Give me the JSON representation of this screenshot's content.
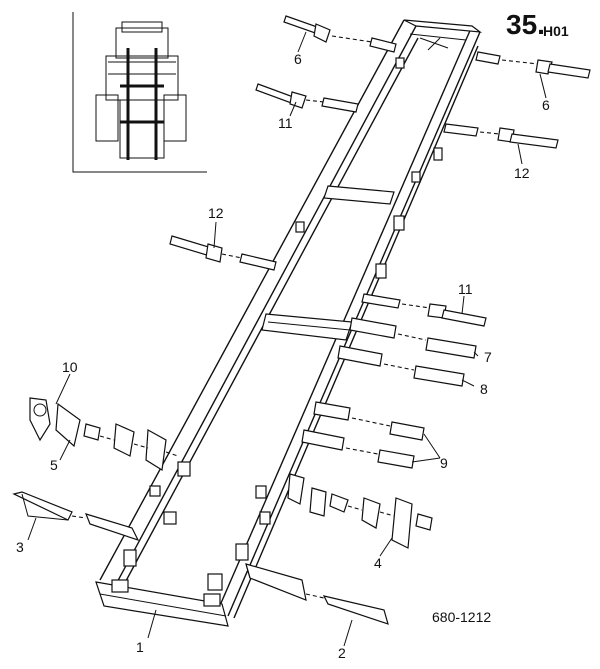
{
  "page_code": {
    "main": "35.",
    "suffix": "H01"
  },
  "drawing_number": "680-1212",
  "callouts": {
    "c1": "1",
    "c2": "2",
    "c3": "3",
    "c4": "4",
    "c5": "5",
    "c6a": "6",
    "c6b": "6",
    "c7": "7",
    "c8": "8",
    "c9": "9",
    "c10": "10",
    "c11a": "11",
    "c11b": "11",
    "c12a": "12",
    "c12b": "12"
  },
  "locator": {
    "icon": "tractor-top-view-icon"
  }
}
